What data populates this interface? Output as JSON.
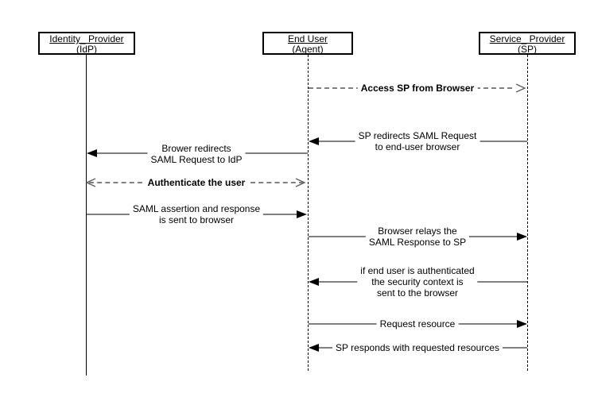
{
  "actors": [
    {
      "id": "identity-provider",
      "line1": "Identity_ Provider",
      "line2": "(IdP)",
      "lifeline": "solid"
    },
    {
      "id": "end-user",
      "line1": "End User",
      "line2": "(Agent)",
      "lifeline": "dashed"
    },
    {
      "id": "service-provider",
      "line1": "Service_ Provider",
      "line2": "(SP)",
      "lifeline": "dashed"
    }
  ],
  "messages": [
    {
      "from": "end-user",
      "to": "service-provider",
      "line_style": "dashed",
      "arrowhead": "open",
      "bold": true,
      "lines": [
        "Access SP from Browser"
      ]
    },
    {
      "from": "service-provider",
      "to": "end-user",
      "line_style": "solid",
      "arrowhead": "filled",
      "bold": false,
      "lines": [
        "SP redirects SAML Request",
        "to end-user browser"
      ]
    },
    {
      "from": "end-user",
      "to": "identity-provider",
      "line_style": "solid",
      "arrowhead": "filled",
      "bold": false,
      "lines": [
        "Brower redirects",
        "SAML Request to IdP"
      ]
    },
    {
      "from": "identity-provider",
      "to": "end-user",
      "line_style": "dashed",
      "arrowhead": "open-both",
      "bold": true,
      "lines": [
        "Authenticate the user"
      ]
    },
    {
      "from": "identity-provider",
      "to": "end-user",
      "line_style": "solid",
      "arrowhead": "filled",
      "bold": false,
      "lines": [
        "SAML assertion and response",
        "is sent to browser"
      ]
    },
    {
      "from": "end-user",
      "to": "service-provider",
      "line_style": "solid",
      "arrowhead": "filled",
      "bold": false,
      "lines": [
        "Browser relays the",
        "SAML Response to SP"
      ]
    },
    {
      "from": "service-provider",
      "to": "end-user",
      "line_style": "solid",
      "arrowhead": "filled",
      "bold": false,
      "lines": [
        "if end user is authenticated",
        "the security context is",
        "sent to the browser"
      ]
    },
    {
      "from": "end-user",
      "to": "service-provider",
      "line_style": "solid",
      "arrowhead": "filled",
      "bold": false,
      "lines": [
        "Request resource"
      ]
    },
    {
      "from": "service-provider",
      "to": "end-user",
      "line_style": "solid",
      "arrowhead": "filled",
      "bold": false,
      "lines": [
        "SP responds with requested resources"
      ]
    }
  ],
  "colors": {
    "background": "#ffffff",
    "box_border": "#000000",
    "lifeline": "#000000",
    "message_line": "#808080",
    "arrowhead": "#000000",
    "text": "#000000"
  }
}
